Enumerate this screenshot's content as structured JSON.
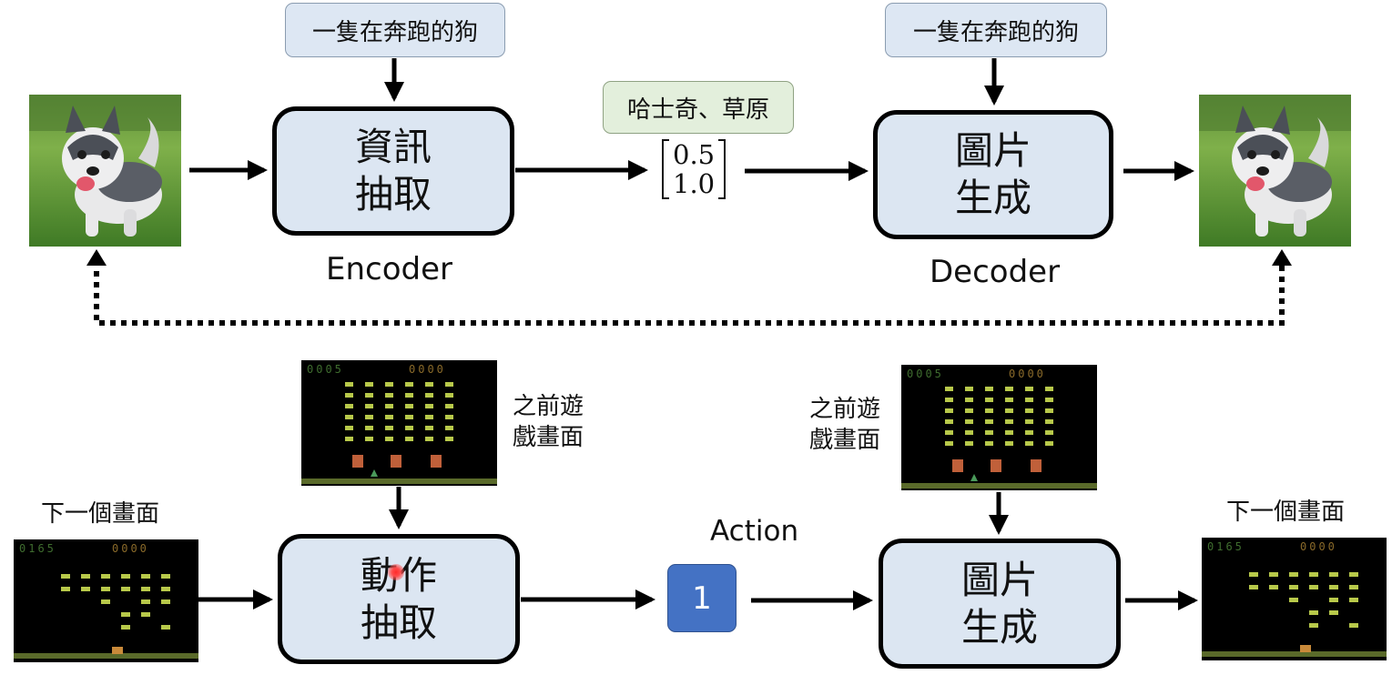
{
  "top_row": {
    "condition_left": "一隻在奔跑的狗",
    "condition_right": "一隻在奔跑的狗",
    "encoder_box": {
      "line1": "資訊",
      "line2": "抽取"
    },
    "encoder_label": "Encoder",
    "latent_tag": "哈士奇、草原",
    "latent_vector": [
      "0.5",
      "1.0"
    ],
    "decoder_box": {
      "line1": "圖片",
      "line2": "生成"
    },
    "decoder_label": "Decoder"
  },
  "bottom_row": {
    "next_frame_label_left": "下一個畫面",
    "prev_frames_label_left": {
      "line1": "之前遊",
      "line2": "戲畫面"
    },
    "action_box": {
      "line1": "動作",
      "line2": "抽取"
    },
    "action_label": "Action",
    "action_value": "1",
    "prev_frames_label_right": {
      "line1": "之前遊",
      "line2": "戲畫面"
    },
    "gen_box": {
      "line1": "圖片",
      "line2": "生成"
    },
    "next_frame_label_right": "下一個畫面"
  },
  "game_screens": {
    "score_prev": "0005",
    "score_next": "0165",
    "score_p2": "0000"
  },
  "icons": [
    "husky-photo",
    "game-screenshot",
    "pointer-dot"
  ],
  "colors": {
    "box_fill": "#dce6f2",
    "green_tag": "#e3efdc",
    "action_blue": "#4472c4"
  }
}
